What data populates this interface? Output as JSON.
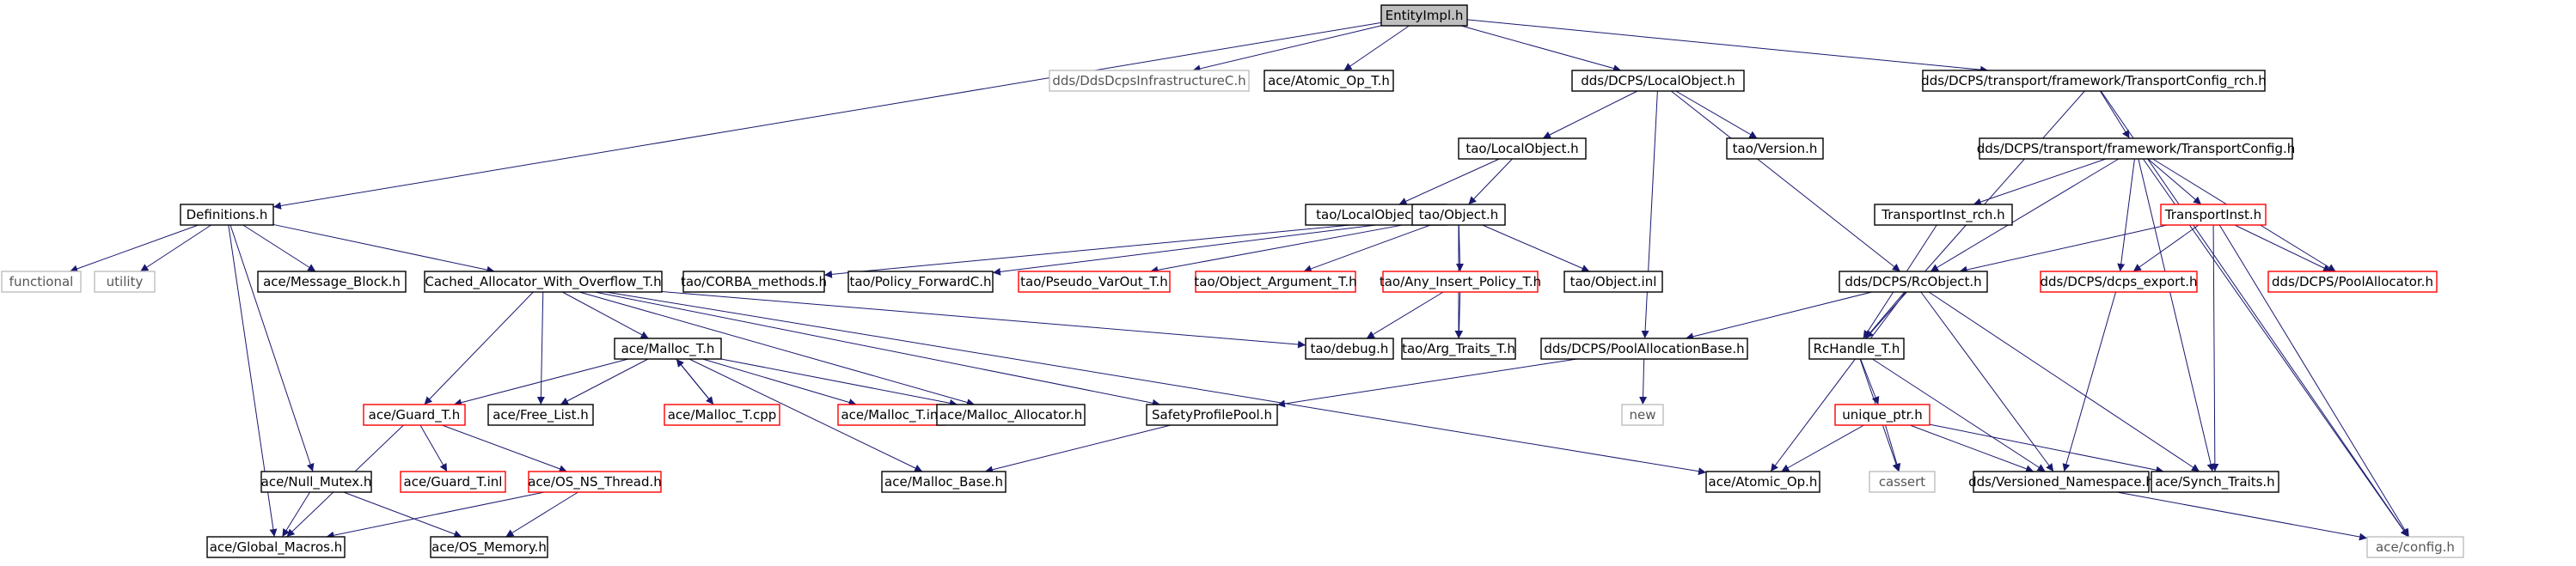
{
  "nodes": [
    {
      "id": "entityimpl",
      "label": "EntityImpl.h",
      "style": "root"
    },
    {
      "id": "ddsdcpsinfra",
      "label": "dds/DdsDcpsInfrastructureC.h",
      "style": "gray"
    },
    {
      "id": "atomic_op_t",
      "label": "ace/Atomic_Op_T.h",
      "style": "black"
    },
    {
      "id": "localobject_dds",
      "label": "dds/DCPS/LocalObject.h",
      "style": "black"
    },
    {
      "id": "transportconfig_rch",
      "label": "dds/DCPS/transport/framework/TransportConfig_rch.h",
      "style": "black"
    },
    {
      "id": "tao_localobject",
      "label": "tao/LocalObject.h",
      "style": "black"
    },
    {
      "id": "tao_version",
      "label": "tao/Version.h",
      "style": "black"
    },
    {
      "id": "transportconfig",
      "label": "dds/DCPS/transport/framework/TransportConfig.h",
      "style": "black"
    },
    {
      "id": "definitions",
      "label": "Definitions.h",
      "style": "black"
    },
    {
      "id": "tao_localobject_inl",
      "label": "tao/LocalObject.inl",
      "style": "black"
    },
    {
      "id": "tao_object",
      "label": "tao/Object.h",
      "style": "black"
    },
    {
      "id": "transportinst_rch",
      "label": "TransportInst_rch.h",
      "style": "black"
    },
    {
      "id": "transportinst",
      "label": "TransportInst.h",
      "style": "red"
    },
    {
      "id": "functional",
      "label": "functional",
      "style": "gray"
    },
    {
      "id": "utility",
      "label": "utility",
      "style": "gray"
    },
    {
      "id": "message_block",
      "label": "ace/Message_Block.h",
      "style": "black"
    },
    {
      "id": "cached_alloc",
      "label": "Cached_Allocator_With_Overflow_T.h",
      "style": "black"
    },
    {
      "id": "corba_methods",
      "label": "tao/CORBA_methods.h",
      "style": "black"
    },
    {
      "id": "policy_forward",
      "label": "tao/Policy_ForwardC.h",
      "style": "black"
    },
    {
      "id": "pseudo_varout",
      "label": "tao/Pseudo_VarOut_T.h",
      "style": "red"
    },
    {
      "id": "object_argument",
      "label": "tao/Object_Argument_T.h",
      "style": "red"
    },
    {
      "id": "any_insert_policy",
      "label": "tao/Any_Insert_Policy_T.h",
      "style": "red"
    },
    {
      "id": "object_inl",
      "label": "tao/Object.inl",
      "style": "black"
    },
    {
      "id": "rcobject",
      "label": "dds/DCPS/RcObject.h",
      "style": "black"
    },
    {
      "id": "dcps_export",
      "label": "dds/DCPS/dcps_export.h",
      "style": "red"
    },
    {
      "id": "poolallocator",
      "label": "dds/DCPS/PoolAllocator.h",
      "style": "red"
    },
    {
      "id": "malloc_t",
      "label": "ace/Malloc_T.h",
      "style": "black"
    },
    {
      "id": "tao_debug",
      "label": "tao/debug.h",
      "style": "black"
    },
    {
      "id": "arg_traits",
      "label": "tao/Arg_Traits_T.h",
      "style": "black"
    },
    {
      "id": "poolallocationbase",
      "label": "dds/DCPS/PoolAllocationBase.h",
      "style": "black"
    },
    {
      "id": "rchandle",
      "label": "RcHandle_T.h",
      "style": "black"
    },
    {
      "id": "guard_t",
      "label": "ace/Guard_T.h",
      "style": "red"
    },
    {
      "id": "free_list",
      "label": "ace/Free_List.h",
      "style": "black"
    },
    {
      "id": "malloc_t_cpp",
      "label": "ace/Malloc_T.cpp",
      "style": "red"
    },
    {
      "id": "malloc_t_inl",
      "label": "ace/Malloc_T.inl",
      "style": "red"
    },
    {
      "id": "malloc_allocator",
      "label": "ace/Malloc_Allocator.h",
      "style": "black"
    },
    {
      "id": "safetyprofilepool",
      "label": "SafetyProfilePool.h",
      "style": "black"
    },
    {
      "id": "new",
      "label": "new",
      "style": "gray"
    },
    {
      "id": "unique_ptr",
      "label": "unique_ptr.h",
      "style": "red"
    },
    {
      "id": "guard_t_inl",
      "label": "ace/Guard_T.inl",
      "style": "red"
    },
    {
      "id": "os_ns_thread",
      "label": "ace/OS_NS_Thread.h",
      "style": "red"
    },
    {
      "id": "null_mutex",
      "label": "ace/Null_Mutex.h",
      "style": "black"
    },
    {
      "id": "malloc_base",
      "label": "ace/Malloc_Base.h",
      "style": "black"
    },
    {
      "id": "atomic_op",
      "label": "ace/Atomic_Op.h",
      "style": "black"
    },
    {
      "id": "cassert",
      "label": "cassert",
      "style": "gray"
    },
    {
      "id": "versioned_ns",
      "label": "dds/Versioned_Namespace.h",
      "style": "black"
    },
    {
      "id": "synch_traits",
      "label": "ace/Synch_Traits.h",
      "style": "black"
    },
    {
      "id": "global_macros",
      "label": "ace/Global_Macros.h",
      "style": "black"
    },
    {
      "id": "os_memory",
      "label": "ace/OS_Memory.h",
      "style": "black"
    },
    {
      "id": "ace_config",
      "label": "ace/config.h",
      "style": "gray"
    }
  ],
  "edges": [
    [
      "entityimpl",
      "ddsdcpsinfra"
    ],
    [
      "entityimpl",
      "atomic_op_t"
    ],
    [
      "entityimpl",
      "localobject_dds"
    ],
    [
      "entityimpl",
      "transportconfig_rch"
    ],
    [
      "entityimpl",
      "definitions"
    ],
    [
      "localobject_dds",
      "tao_localobject"
    ],
    [
      "localobject_dds",
      "tao_version"
    ],
    [
      "localobject_dds",
      "rcobject"
    ],
    [
      "localobject_dds",
      "poolallocationbase"
    ],
    [
      "transportconfig_rch",
      "transportconfig"
    ],
    [
      "transportconfig_rch",
      "rchandle"
    ],
    [
      "transportconfig_rch",
      "ace_config"
    ],
    [
      "tao_localobject",
      "tao_localobject_inl"
    ],
    [
      "tao_localobject",
      "tao_object"
    ],
    [
      "transportconfig",
      "transportinst_rch"
    ],
    [
      "transportconfig",
      "transportinst"
    ],
    [
      "transportconfig",
      "rcobject"
    ],
    [
      "transportconfig",
      "dcps_export"
    ],
    [
      "transportconfig",
      "poolallocator"
    ],
    [
      "transportconfig",
      "synch_traits"
    ],
    [
      "transportconfig",
      "ace_config"
    ],
    [
      "definitions",
      "functional"
    ],
    [
      "definitions",
      "utility"
    ],
    [
      "definitions",
      "message_block"
    ],
    [
      "definitions",
      "cached_alloc"
    ],
    [
      "definitions",
      "null_mutex"
    ],
    [
      "definitions",
      "global_macros"
    ],
    [
      "tao_object",
      "corba_methods"
    ],
    [
      "tao_object",
      "policy_forward"
    ],
    [
      "tao_object",
      "pseudo_varout"
    ],
    [
      "tao_object",
      "object_argument"
    ],
    [
      "tao_object",
      "any_insert_policy"
    ],
    [
      "tao_object",
      "object_inl"
    ],
    [
      "tao_object",
      "arg_traits"
    ],
    [
      "transportinst_rch",
      "rchandle"
    ],
    [
      "transportinst",
      "rcobject"
    ],
    [
      "transportinst",
      "dcps_export"
    ],
    [
      "transportinst",
      "poolallocator"
    ],
    [
      "transportinst",
      "synch_traits"
    ],
    [
      "transportinst",
      "ace_config"
    ],
    [
      "cached_alloc",
      "malloc_t"
    ],
    [
      "cached_alloc",
      "guard_t"
    ],
    [
      "cached_alloc",
      "free_list"
    ],
    [
      "cached_alloc",
      "malloc_allocator"
    ],
    [
      "cached_alloc",
      "tao_debug"
    ],
    [
      "cached_alloc",
      "safetyprofilepool"
    ],
    [
      "cached_alloc",
      "atomic_op"
    ],
    [
      "any_insert_policy",
      "tao_debug"
    ],
    [
      "any_insert_policy",
      "arg_traits"
    ],
    [
      "rcobject",
      "poolallocationbase"
    ],
    [
      "rcobject",
      "rchandle"
    ],
    [
      "rcobject",
      "atomic_op"
    ],
    [
      "rcobject",
      "versioned_ns"
    ],
    [
      "rcobject",
      "synch_traits"
    ],
    [
      "dcps_export",
      "versioned_ns"
    ],
    [
      "malloc_t",
      "guard_t"
    ],
    [
      "malloc_t",
      "free_list"
    ],
    [
      "malloc_t",
      "malloc_t_cpp"
    ],
    [
      "malloc_t",
      "malloc_t_inl"
    ],
    [
      "malloc_t",
      "malloc_allocator"
    ],
    [
      "malloc_t",
      "malloc_base"
    ],
    [
      "malloc_t_cpp",
      "malloc_t"
    ],
    [
      "poolallocationbase",
      "new"
    ],
    [
      "poolallocationbase",
      "safetyprofilepool"
    ],
    [
      "rchandle",
      "unique_ptr"
    ],
    [
      "rchandle",
      "cassert"
    ],
    [
      "rchandle",
      "versioned_ns"
    ],
    [
      "guard_t",
      "guard_t_inl"
    ],
    [
      "guard_t",
      "os_ns_thread"
    ],
    [
      "guard_t",
      "global_macros"
    ],
    [
      "safetyprofilepool",
      "malloc_base"
    ],
    [
      "unique_ptr",
      "atomic_op"
    ],
    [
      "unique_ptr",
      "cassert"
    ],
    [
      "unique_ptr",
      "versioned_ns"
    ],
    [
      "unique_ptr",
      "synch_traits"
    ],
    [
      "os_ns_thread",
      "global_macros"
    ],
    [
      "os_ns_thread",
      "os_memory"
    ],
    [
      "null_mutex",
      "global_macros"
    ],
    [
      "null_mutex",
      "os_memory"
    ],
    [
      "versioned_ns",
      "ace_config"
    ]
  ],
  "colors": {
    "edge": "#191970",
    "black_border": "#000000",
    "red_border": "#ff0000",
    "gray_border": "#bfbfbf",
    "root_fill": "#bfbfbf",
    "text": "#000000",
    "gray_text": "#555555"
  }
}
